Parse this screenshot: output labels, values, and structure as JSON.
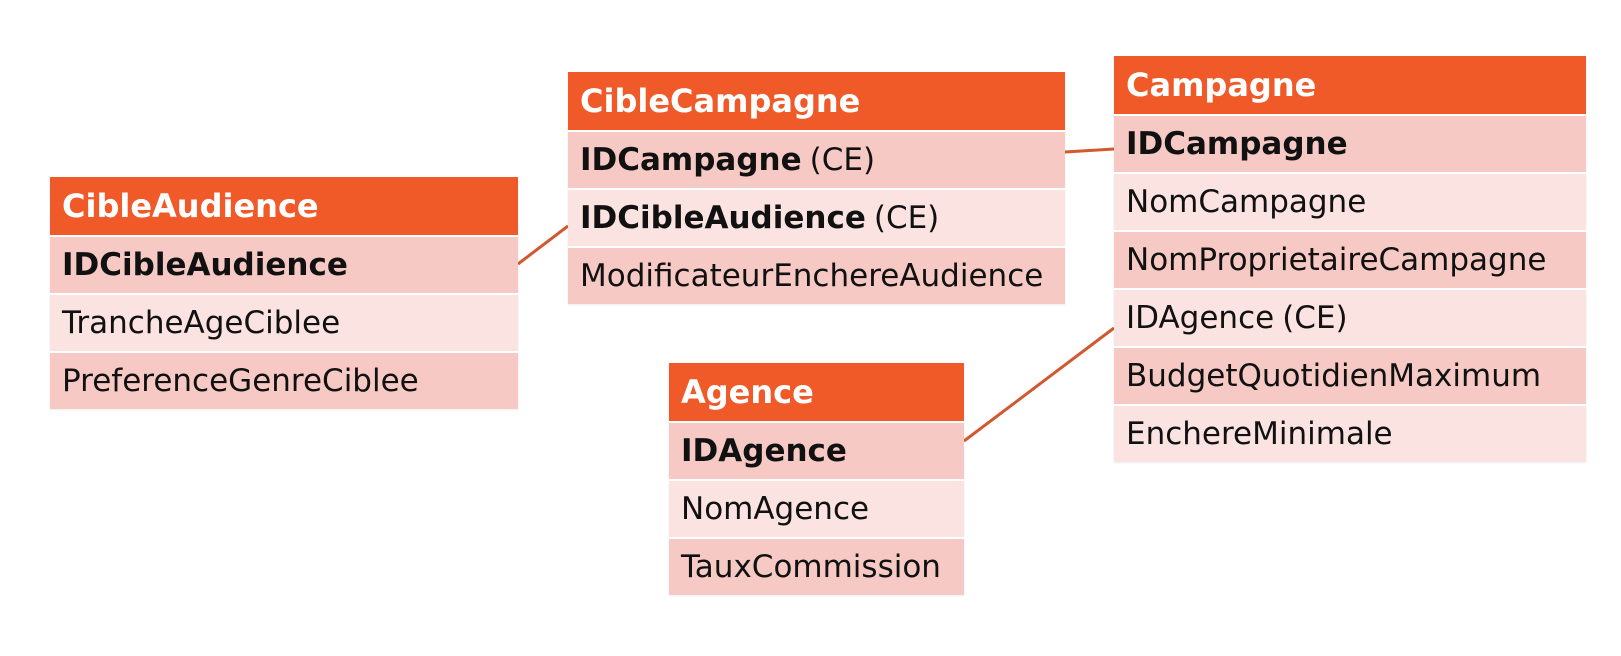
{
  "entities": {
    "cible_audience": {
      "name": "CibleAudience",
      "attributes": [
        {
          "name": "IDCibleAudience",
          "tag": "",
          "primary_key": true
        },
        {
          "name": "TrancheAgeCiblee",
          "tag": "",
          "primary_key": false
        },
        {
          "name": "PreferenceGenreCiblee",
          "tag": "",
          "primary_key": false
        }
      ]
    },
    "cible_campagne": {
      "name": "CibleCampagne",
      "attributes": [
        {
          "name": "IDCampagne",
          "tag": "(CE)",
          "primary_key": true
        },
        {
          "name": "IDCibleAudience",
          "tag": "(CE)",
          "primary_key": true
        },
        {
          "name": "ModificateurEnchereAudience",
          "tag": "",
          "primary_key": false
        }
      ]
    },
    "campagne": {
      "name": "Campagne",
      "attributes": [
        {
          "name": "IDCampagne",
          "tag": "",
          "primary_key": true
        },
        {
          "name": "NomCampagne",
          "tag": "",
          "primary_key": false
        },
        {
          "name": "NomProprietaireCampagne",
          "tag": "",
          "primary_key": false
        },
        {
          "name": "IDAgence",
          "tag": "(CE)",
          "primary_key": false
        },
        {
          "name": "BudgetQuotidienMaximum",
          "tag": "",
          "primary_key": false
        },
        {
          "name": "EnchereMinimale",
          "tag": "",
          "primary_key": false
        }
      ]
    },
    "agence": {
      "name": "Agence",
      "attributes": [
        {
          "name": "IDAgence",
          "tag": "",
          "primary_key": true
        },
        {
          "name": "NomAgence",
          "tag": "",
          "primary_key": false
        },
        {
          "name": "TauxCommission",
          "tag": "",
          "primary_key": false
        }
      ]
    }
  },
  "relationships": [
    {
      "from": "cible_audience",
      "to": "cible_campagne"
    },
    {
      "from": "cible_campagne",
      "to": "campagne"
    },
    {
      "from": "agence",
      "to": "campagne"
    }
  ],
  "colors": {
    "header": "#f05a28",
    "header_text": "#ffffff",
    "row_dark": "#f6c9c4",
    "row_light": "#fbe3e1",
    "connector": "#d2582f"
  }
}
